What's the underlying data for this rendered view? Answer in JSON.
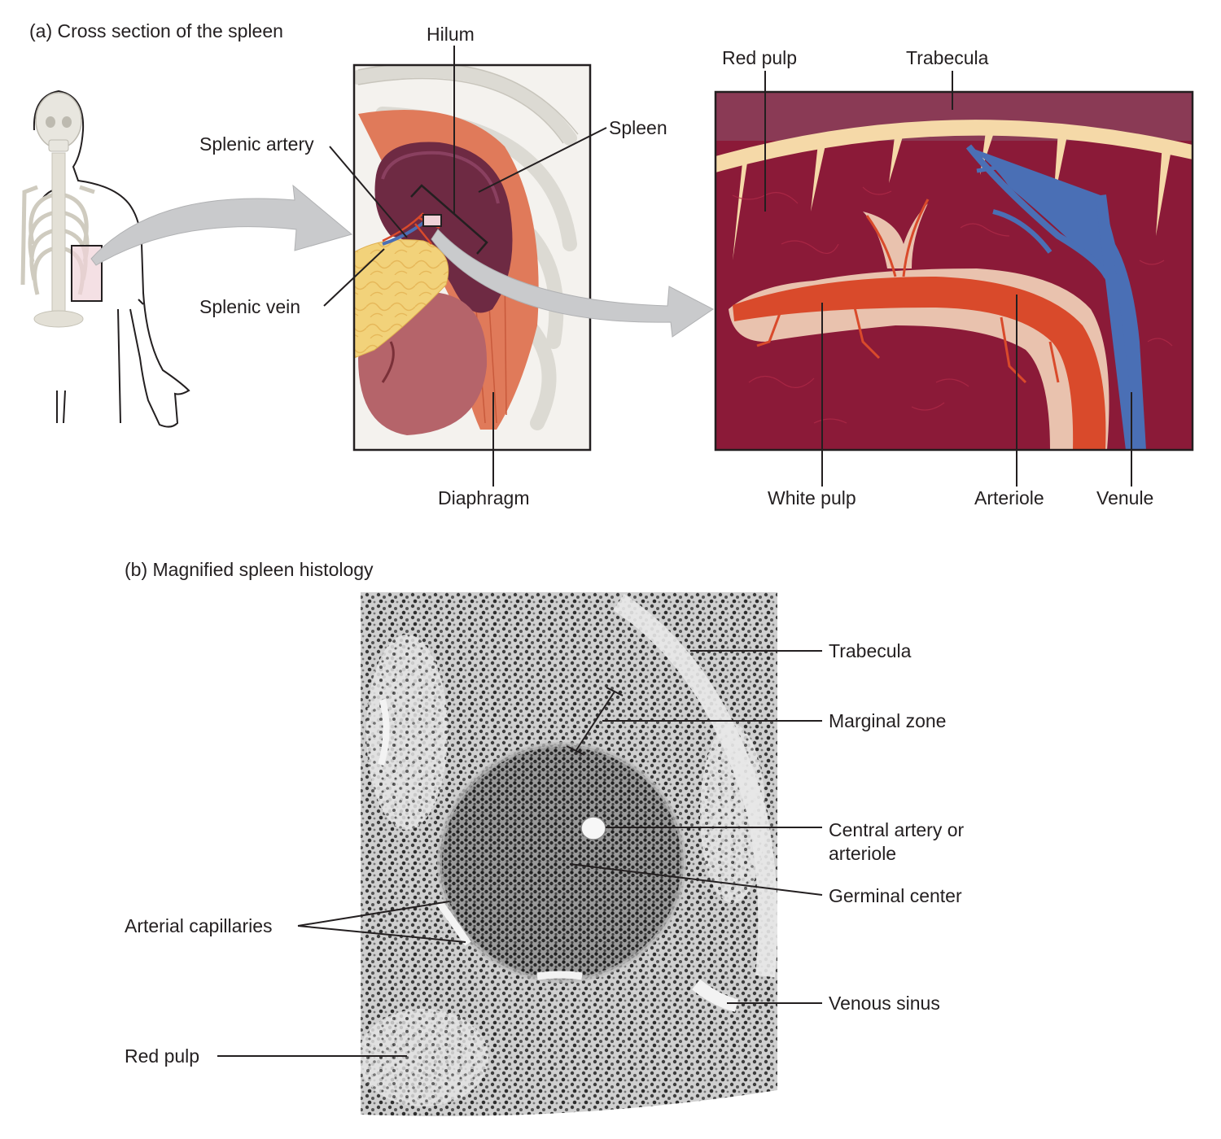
{
  "panel_a": {
    "title": "(a) Cross section of the spleen",
    "labels": {
      "hilum": "Hilum",
      "splenic_artery": "Splenic artery",
      "splenic_vein": "Splenic vein",
      "spleen": "Spleen",
      "diaphragm": "Diaphragm",
      "red_pulp": "Red pulp",
      "trabecula": "Trabecula",
      "white_pulp": "White pulp",
      "arteriole": "Arteriole",
      "venule": "Venule"
    }
  },
  "panel_b": {
    "title": "(b) Magnified spleen histology",
    "labels": {
      "trabecula": "Trabecula",
      "marginal_zone": "Marginal zone",
      "central_artery_line1": "Central artery or",
      "central_artery_line2": "arteriole",
      "germinal_center": "Germinal center",
      "arterial_capillaries": "Arterial capillaries",
      "venous_sinus": "Venous sinus",
      "red_pulp": "Red pulp"
    }
  },
  "colors": {
    "red_pulp": "#8b1a38",
    "trabecula": "#f5d9a8",
    "arteriole": "#d94a2b",
    "white_pulp": "#e9c2ae",
    "venule": "#4a6fb5",
    "capsule": "#8a3a55",
    "spleen_organ": "#6e2a43",
    "diaphragm": "#e07a5a",
    "pancreas": "#f2d27a",
    "kidney": "#b5646a",
    "arrow": "#c9cacc",
    "line": "#231f20"
  }
}
